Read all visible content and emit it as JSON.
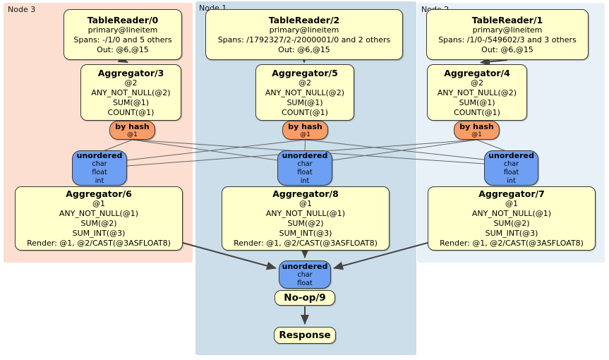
{
  "palette": {
    "processor_fill": "#ffffcc",
    "router_fill": "#f89c68",
    "sync_fill": "#6d9ff2",
    "node3_bg": "#fcdfd1",
    "node1_bg": "#cbdee9",
    "node2_bg": "#e9f1f8",
    "edge_thin": "#666666",
    "edge_thick": "#444444"
  },
  "nodes": [
    {
      "label": "Node 3",
      "table_reader": {
        "title": "TableReader/0",
        "lines": [
          "primary@lineitem",
          "Spans: -/1/0 and 5 others",
          "Out: @6,@15"
        ]
      },
      "aggregator_top": {
        "title": "Aggregator/3",
        "lines": [
          "@2",
          "ANY_NOT_NULL(@2)",
          "SUM(@1)",
          "COUNT(@1)"
        ]
      },
      "router": {
        "title": "by hash",
        "lines": [
          "@1"
        ]
      },
      "sync": {
        "title": "unordered",
        "lines": [
          "char",
          "float",
          "int"
        ]
      },
      "aggregator_bottom": {
        "title": "Aggregator/6",
        "lines": [
          "@1",
          "ANY_NOT_NULL(@1)",
          "SUM(@2)",
          "SUM_INT(@3)",
          "Render: @1, @2/CAST(@3ASFLOAT8)"
        ]
      }
    },
    {
      "label": "Node 1",
      "table_reader": {
        "title": "TableReader/2",
        "lines": [
          "primary@lineitem",
          "Spans: /1792327/2-/2000001/0 and 2 others",
          "Out: @6,@15"
        ]
      },
      "aggregator_top": {
        "title": "Aggregator/5",
        "lines": [
          "@2",
          "ANY_NOT_NULL(@2)",
          "SUM(@1)",
          "COUNT(@1)"
        ]
      },
      "router": {
        "title": "by hash",
        "lines": [
          "@1"
        ]
      },
      "sync": {
        "title": "unordered",
        "lines": [
          "char",
          "float",
          "int"
        ]
      },
      "aggregator_bottom": {
        "title": "Aggregator/8",
        "lines": [
          "@1",
          "ANY_NOT_NULL(@1)",
          "SUM(@2)",
          "SUM_INT(@3)",
          "Render: @1, @2/CAST(@3ASFLOAT8)"
        ]
      }
    },
    {
      "label": "Node 2",
      "table_reader": {
        "title": "TableReader/1",
        "lines": [
          "primary@lineitem",
          "Spans: /1/0-/549602/3 and 3 others",
          "Out: @6,@15"
        ]
      },
      "aggregator_top": {
        "title": "Aggregator/4",
        "lines": [
          "@2",
          "ANY_NOT_NULL(@2)",
          "SUM(@1)",
          "COUNT(@1)"
        ]
      },
      "router": {
        "title": "by hash",
        "lines": [
          "@1"
        ]
      },
      "sync": {
        "title": "unordered",
        "lines": [
          "char",
          "float",
          "int"
        ]
      },
      "aggregator_bottom": {
        "title": "Aggregator/7",
        "lines": [
          "@1",
          "ANY_NOT_NULL(@1)",
          "SUM(@2)",
          "SUM_INT(@3)",
          "Render: @1, @2/CAST(@3ASFLOAT8)"
        ]
      }
    }
  ],
  "final": {
    "sync": {
      "title": "unordered",
      "lines": [
        "char",
        "float"
      ]
    },
    "noop": {
      "title": "No-op/9"
    },
    "response": {
      "title": "Response"
    }
  }
}
